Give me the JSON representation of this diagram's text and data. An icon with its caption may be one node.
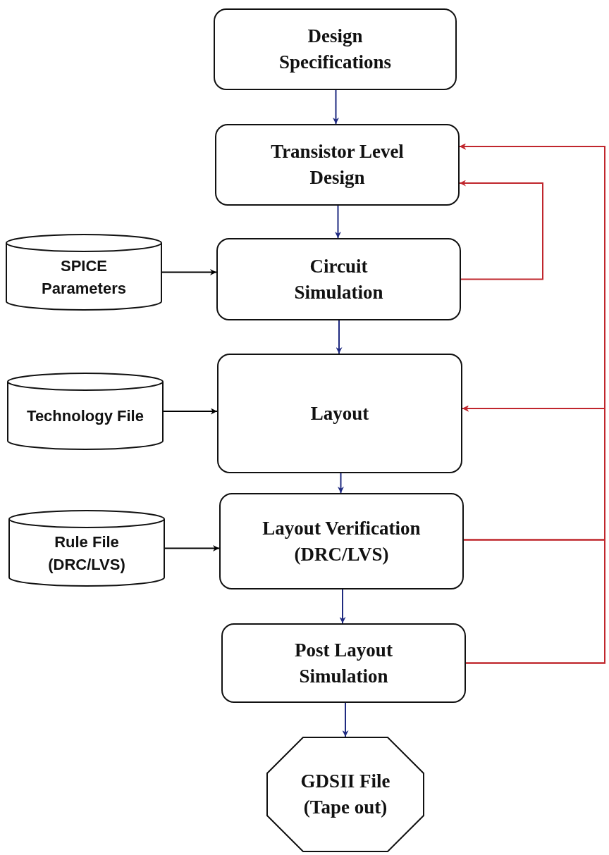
{
  "diagram": {
    "nodes": [
      {
        "text": [
          "Design Specifications"
        ]
      },
      {
        "text": [
          "Transistor Level Design"
        ]
      },
      {
        "text": [
          "SPICE Parameters"
        ]
      },
      {
        "text": [
          "Circuit Simulation"
        ]
      },
      {
        "text": [
          "Technology File"
        ]
      },
      {
        "text": [
          "Layout"
        ]
      },
      {
        "text": [
          "Rule File (DRC/LVS)"
        ]
      },
      {
        "text": [
          "Layout Verification (DRC/LVS)"
        ]
      },
      {
        "text": [
          "Post Layout Simulation"
        ]
      },
      {
        "text": [
          "GDSII File (Tape out)"
        ]
      }
    ],
    "edges": [
      {
        "from": 0,
        "to": 1,
        "arrow": "to"
      },
      {
        "from": 1,
        "to": 3,
        "arrow": "to"
      },
      {
        "from": 2,
        "to": 3,
        "arrow": "to",
        "color": "#000000"
      },
      {
        "from": 3,
        "to": 5,
        "arrow": "to"
      },
      {
        "from": 4,
        "to": 5,
        "arrow": "to",
        "color": "#000000"
      },
      {
        "from": 5,
        "to": 7,
        "arrow": "to"
      },
      {
        "from": 6,
        "to": 7,
        "arrow": "to",
        "color": "#000000"
      },
      {
        "from": 7,
        "to": 8,
        "arrow": "to"
      },
      {
        "from": 8,
        "to": 9,
        "arrow": "to"
      },
      {
        "from": 3,
        "to": 1,
        "arrow": "to",
        "color": "#c0262d"
      },
      {
        "from": 7,
        "to": 1,
        "arrow": "to",
        "color": "#c0262d"
      },
      {
        "from": 7,
        "to": 5,
        "arrow": "to",
        "color": "#c0262d"
      },
      {
        "from": 8,
        "to": 1,
        "arrow": "to",
        "color": "#c0262d"
      },
      {
        "from": 8,
        "to": 5,
        "arrow": "to",
        "color": "#c0262d"
      }
    ]
  }
}
